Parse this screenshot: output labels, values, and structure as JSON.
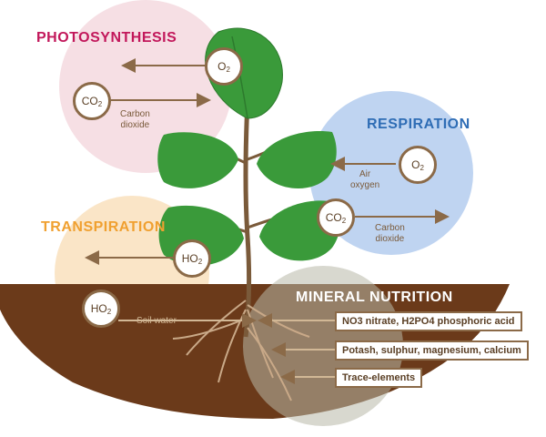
{
  "sections": {
    "photosynthesis": "PHOTOSYNTHESIS",
    "respiration": "RESPIRATION",
    "transpiration": "TRANSPIRATION",
    "mineral_nutrition": "MINERAL NUTRITION"
  },
  "molecules": {
    "o2_top": "O",
    "co2_left": "CO",
    "o2_right": "O",
    "co2_right": "CO",
    "ho2_mid": "HO",
    "ho2_soil": "HO"
  },
  "labels": {
    "carbon_dioxide_left_1": "Carbon",
    "carbon_dioxide_left_2": "dioxide",
    "air_oxygen_1": "Air",
    "air_oxygen_2": "oxygen",
    "carbon_dioxide_right_1": "Carbon",
    "carbon_dioxide_right_2": "dioxide",
    "soil_water": "Soil water"
  },
  "nutrients": {
    "row1": "NO3 nitrate, H2PO4 phosphoric acid",
    "row2": "Potash, sulphur, magnesium, calcium",
    "row3": "Trace-elements"
  },
  "colors": {
    "photosynthesis": "#c2185b",
    "respiration": "#2f6db5",
    "transpiration": "#f0a030",
    "mineral": "#ffffff",
    "soil": "#6b3a1a",
    "leaf": "#3a9a3a",
    "arrow": "#8b6a48"
  }
}
